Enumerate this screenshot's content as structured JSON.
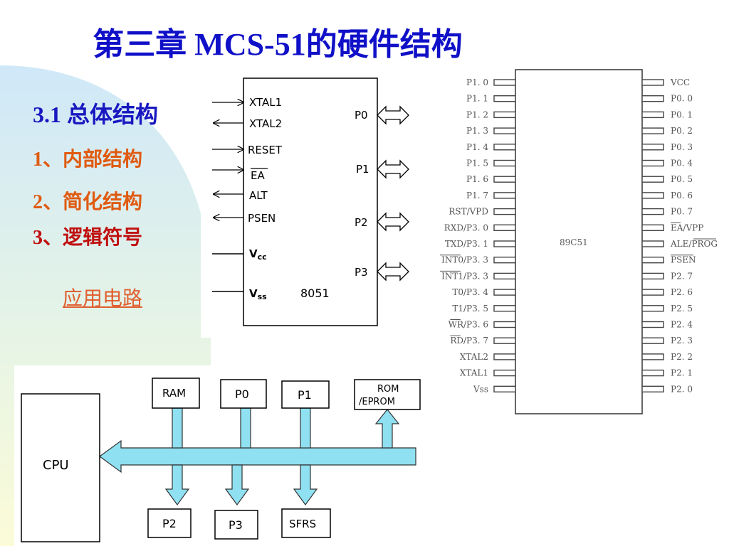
{
  "slide": {
    "title": "第三章 MCS-51的硬件结构",
    "section_title": "3.1 总体结构",
    "items": [
      "1、内部结构",
      "2、简化结构",
      "3、逻辑符号"
    ],
    "link_label": "应用电路",
    "colors": {
      "title": "#1010c8",
      "accent_orange": "#e05a10",
      "accent_red": "#c01010",
      "background_gradient": "#cfe8f8",
      "bus_arrow": "#8fe0f0"
    }
  },
  "logic_symbol": {
    "chip_label": "8051",
    "left_pins": [
      {
        "label": "XTAL1",
        "dir": "in"
      },
      {
        "label": "XTAL2",
        "dir": "out"
      },
      {
        "label": "RESET",
        "dir": "in"
      },
      {
        "label": "EA",
        "dir": "in",
        "overbar": true
      },
      {
        "label": "ALT",
        "dir": "out"
      },
      {
        "label": "PSEN",
        "dir": "out"
      },
      {
        "label": "Vcc",
        "dir": "none"
      },
      {
        "label": "Vss",
        "dir": "none"
      }
    ],
    "ports": [
      "P0",
      "P1",
      "P2",
      "P3"
    ]
  },
  "pinout": {
    "chip_label": "89C51",
    "left_pins": [
      "P1. 0",
      "P1. 1",
      "P1. 2",
      "P1. 3",
      "P1. 4",
      "P1. 5",
      "P1. 6",
      "P1. 7",
      "RST/VPD",
      "RXD/P3. 0",
      "TXD/P3. 1",
      "INT0/P3. 3",
      "INT1/P3. 3",
      "T0/P3. 4",
      "T1/P3. 5",
      "WR/P3. 6",
      "RD/P3. 7",
      "XTAL2",
      "XTAL1",
      "Vss"
    ],
    "right_pins": [
      "VCC",
      "P0. 0",
      "P0. 1",
      "P0. 2",
      "P0. 3",
      "P0. 4",
      "P0. 5",
      "P0. 6",
      "P0. 7",
      "EA/VPP",
      "ALE/PROG",
      "PSEN",
      "P2. 7",
      "P2. 6",
      "P2. 5",
      "P2. 4",
      "P2. 3",
      "P2. 2",
      "P2. 1",
      "P2. 0"
    ]
  },
  "block_diagram": {
    "cpu": "CPU",
    "top_blocks": [
      "RAM",
      "P0",
      "P1"
    ],
    "rom_block": [
      "ROM",
      "/EPROM"
    ],
    "bottom_blocks": [
      "P2",
      "P3",
      "SFRS"
    ]
  }
}
